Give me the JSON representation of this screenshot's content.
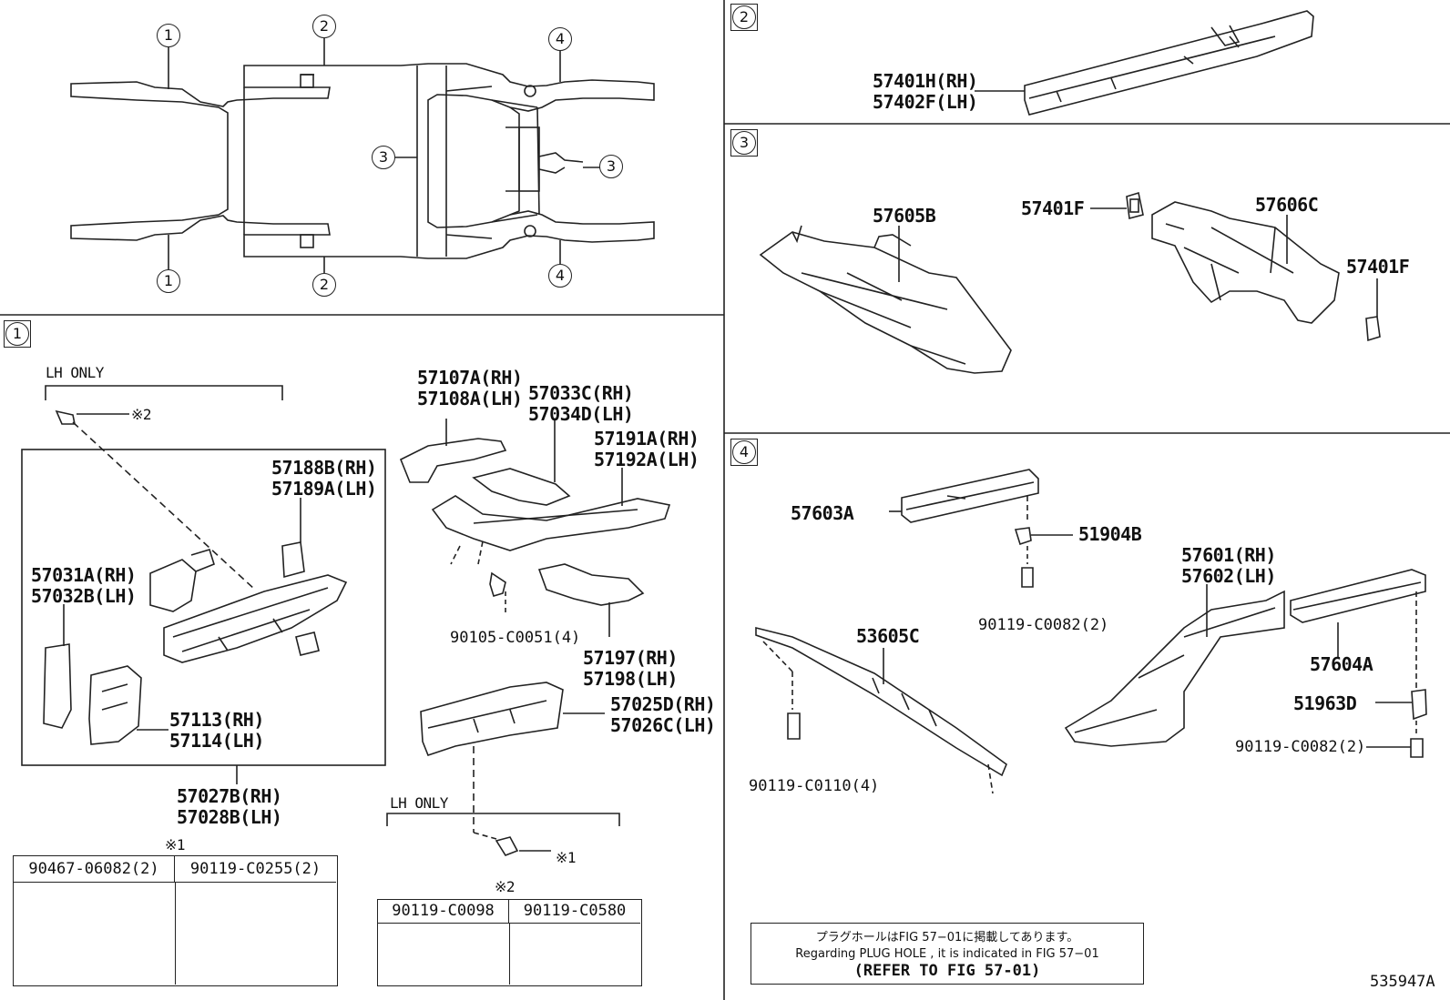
{
  "section_markers": {
    "s1": "1",
    "s2": "2",
    "s3": "3",
    "s4": "4"
  },
  "overview_markers": {
    "m1a": "1",
    "m1b": "1",
    "m2a": "2",
    "m2b": "2",
    "m3a": "3",
    "m3b": "3",
    "m4a": "4",
    "m4b": "4"
  },
  "sec1": {
    "lh_only_top": "LH ONLY",
    "ref2_top": "※2",
    "p57188": [
      "57188B(RH)",
      "57189A(LH)"
    ],
    "p57031": [
      "57031A(RH)",
      "57032B(LH)"
    ],
    "p57113": [
      "57113(RH)",
      "57114(LH)"
    ],
    "p57027": [
      "57027B(RH)",
      "57028B(LH)"
    ],
    "p57107": [
      "57107A(RH)",
      "57108A(LH)"
    ],
    "p57033": [
      "57033C(RH)",
      "57034D(LH)"
    ],
    "p57191": [
      "57191A(RH)",
      "57192A(LH)"
    ],
    "p90105": "90105-C0051(4)",
    "p57197": [
      "57197(RH)",
      "57198(LH)"
    ],
    "p57025": [
      "57025D(RH)",
      "57026C(LH)"
    ],
    "lh_only_bottom": "LH ONLY",
    "ref1_bolt": "※1",
    "table1": {
      "mark": "※1",
      "col1": "90467-06082(2)",
      "col2": "90119-C0255(2)"
    },
    "table2": {
      "mark": "※2",
      "col1": "90119-C0098",
      "col2": "90119-C0580"
    }
  },
  "sec2": {
    "p57401H": [
      "57401H(RH)",
      "57402F(LH)"
    ]
  },
  "sec3": {
    "p57605B": "57605B",
    "p57401F_a": "57401F",
    "p57606C": "57606C",
    "p57401F_b": "57401F"
  },
  "sec4": {
    "p57603A": "57603A",
    "p51904B": "51904B",
    "p90119_0082a": "90119-C0082(2)",
    "p57601": [
      "57601(RH)",
      "57602(LH)"
    ],
    "p53605C": "53605C",
    "p57604A": "57604A",
    "p51963D": "51963D",
    "p90119_0082b": "90119-C0082(2)",
    "p90119_0110": "90119-C0110(4)"
  },
  "note": {
    "line1": "プラグホールはFIG 57−01に掲載してあります。",
    "line2": "Regarding  PLUG  HOLE , it is indicated in FIG  57−01",
    "line3": "(REFER TO FIG 57-01)"
  },
  "figure_id": "535947A"
}
